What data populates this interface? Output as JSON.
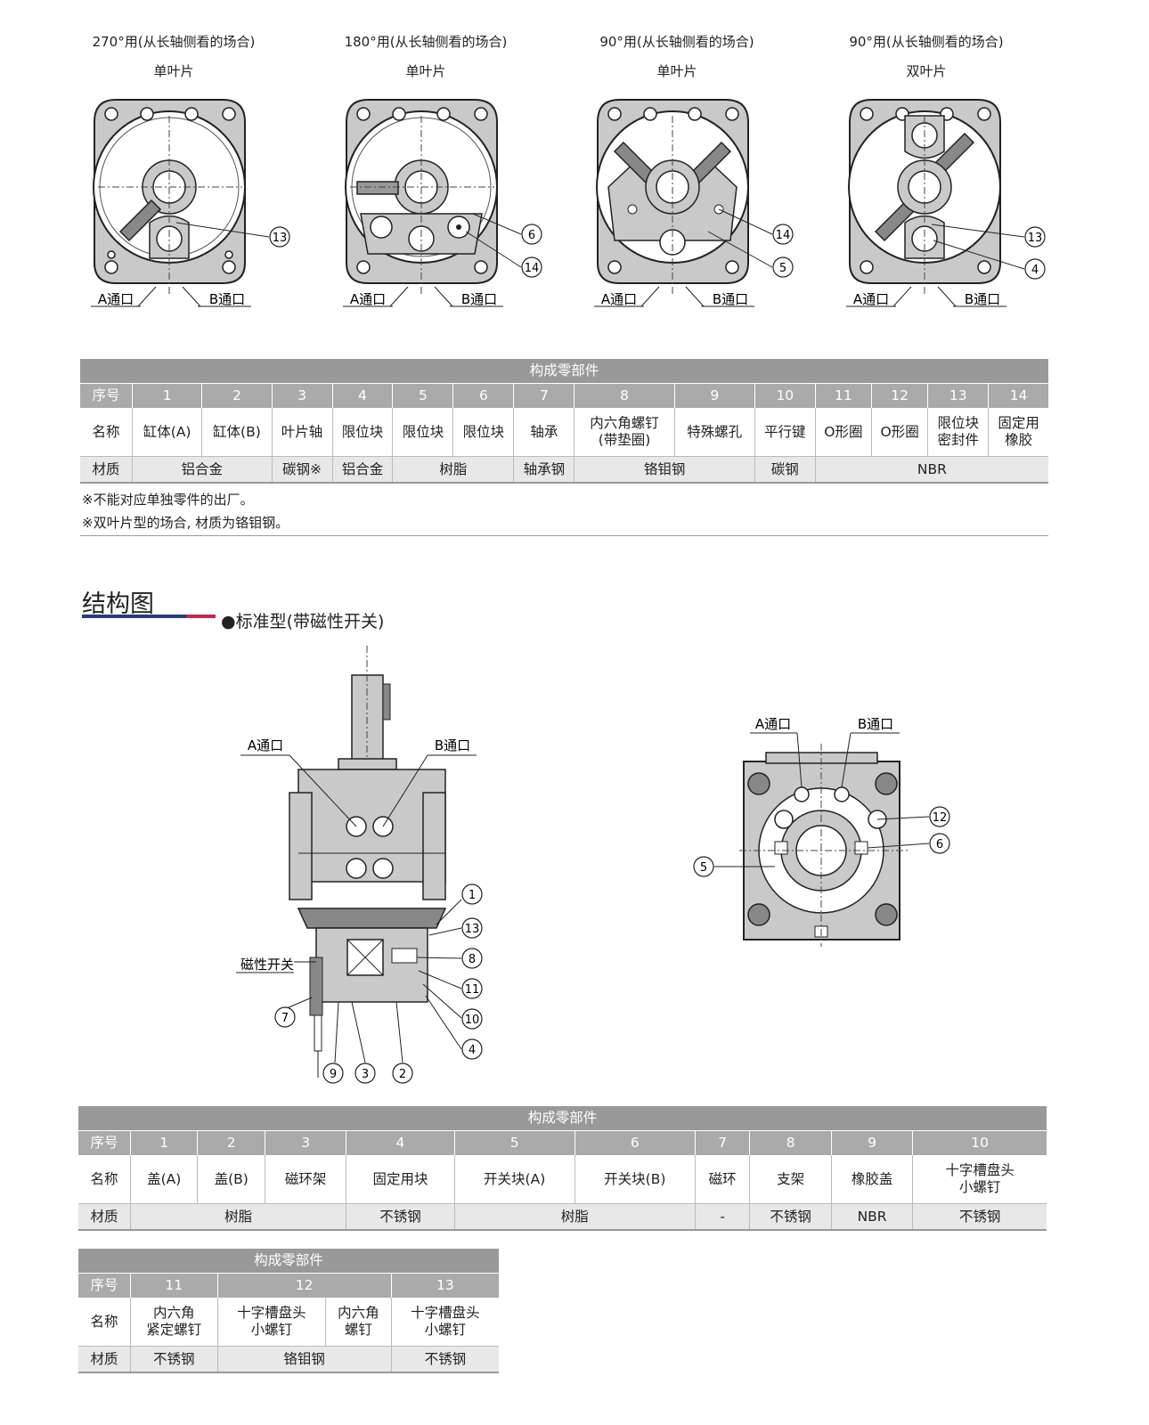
{
  "views": [
    {
      "angle": "270°用(从长轴侧看的场合)",
      "vane": "单叶片",
      "port_a": "A通口",
      "port_b": "B通口",
      "callouts": [
        "13"
      ]
    },
    {
      "angle": "180°用(从长轴侧看的场合)",
      "vane": "单叶片",
      "port_a": "A通口",
      "port_b": "B通口",
      "callouts": [
        "6",
        "14"
      ]
    },
    {
      "angle": "90°用(从长轴侧看的场合)",
      "vane": "单叶片",
      "port_a": "A通口",
      "port_b": "B通口",
      "callouts": [
        "14",
        "5"
      ]
    },
    {
      "angle": "90°用(从长轴侧看的场合)",
      "vane": "双叶片",
      "port_a": "A通口",
      "port_b": "B通口",
      "callouts": [
        "13",
        "4"
      ]
    }
  ],
  "table1": {
    "caption": "构成零部件",
    "row_labels": {
      "no": "序号",
      "name": "名称",
      "material": "材质"
    },
    "numbers": [
      "1",
      "2",
      "3",
      "4",
      "5",
      "6",
      "7",
      "8",
      "9",
      "10",
      "11",
      "12",
      "13",
      "14"
    ],
    "names": [
      "缸体(A)",
      "缸体(B)",
      "叶片轴",
      "限位块",
      "限位块",
      "限位块",
      "轴承",
      "内六角螺钉\n(带垫圈)",
      "特殊螺孔",
      "平行键",
      "O形圈",
      "O形圈",
      "限位块\n密封件",
      "固定用\n橡胶"
    ],
    "materials": [
      {
        "text": "铝合金",
        "span": 2
      },
      {
        "text": "碳钢※",
        "span": 1
      },
      {
        "text": "铝合金",
        "span": 1
      },
      {
        "text": "树脂",
        "span": 2
      },
      {
        "text": "轴承钢",
        "span": 1
      },
      {
        "text": "铬钼钢",
        "span": 2
      },
      {
        "text": "碳钢",
        "span": 1
      },
      {
        "text": "NBR",
        "span": 4
      }
    ]
  },
  "notes": [
    "※不能对应单独零件的出厂。",
    "※双叶片型的场合, 材质为铬钼钢。"
  ],
  "section": {
    "title": "结构图",
    "subtitle": "●标准型(带磁性开关)"
  },
  "side_view": {
    "port_a": "A通口",
    "port_b": "B通口",
    "switch_label": "磁性开关",
    "callouts_right": [
      "1",
      "13",
      "8",
      "11",
      "10",
      "4"
    ],
    "callouts_bottom": [
      "7",
      "9",
      "3",
      "2"
    ]
  },
  "top_view": {
    "port_a": "A通口",
    "port_b": "B通口",
    "callouts": [
      "12",
      "6",
      "5"
    ]
  },
  "table2": {
    "caption": "构成零部件",
    "row_labels": {
      "no": "序号",
      "name": "名称",
      "material": "材质"
    },
    "numbers": [
      "1",
      "2",
      "3",
      "4",
      "5",
      "6",
      "7",
      "8",
      "9",
      "10"
    ],
    "names": [
      "盖(A)",
      "盖(B)",
      "磁环架",
      "固定用块",
      "开关块(A)",
      "开关块(B)",
      "磁环",
      "支架",
      "橡胶盖",
      "十字槽盘头\n小螺钉"
    ],
    "materials": [
      {
        "text": "树脂",
        "span": 3
      },
      {
        "text": "不锈钢",
        "span": 1
      },
      {
        "text": "树脂",
        "span": 2
      },
      {
        "text": "-",
        "span": 1
      },
      {
        "text": "不锈钢",
        "span": 1
      },
      {
        "text": "NBR",
        "span": 1
      },
      {
        "text": "不锈钢",
        "span": 1
      }
    ]
  },
  "table3": {
    "caption": "构成零部件",
    "row_labels": {
      "no": "序号",
      "name": "名称",
      "material": "材质"
    },
    "numbers": [
      {
        "text": "11",
        "span": 1
      },
      {
        "text": "12",
        "span": 2
      },
      {
        "text": "13",
        "span": 1
      }
    ],
    "names": [
      "内六角\n紧定螺钉",
      "十字槽盘头\n小螺钉",
      "内六角\n螺钉",
      "十字槽盘头\n小螺钉"
    ],
    "materials": [
      {
        "text": "不锈钢",
        "span": 1
      },
      {
        "text": "铬钼钢",
        "span": 2
      },
      {
        "text": "不锈钢",
        "span": 1
      }
    ]
  }
}
